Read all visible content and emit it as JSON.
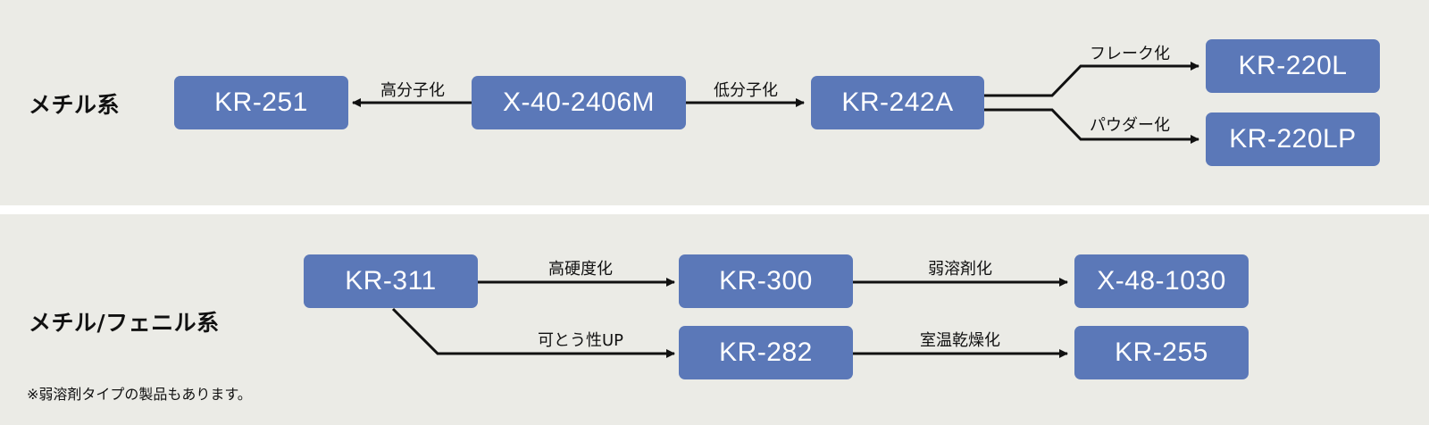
{
  "methyl": {
    "category": "メチル系",
    "nodes": {
      "kr251": "KR-251",
      "x40": "X-40-2406M",
      "kr242a": "KR-242A",
      "kr220l": "KR-220L",
      "kr220lp": "KR-220LP"
    },
    "edges": {
      "high_mw": "高分子化",
      "low_mw": "低分子化",
      "flake": "フレーク化",
      "powder": "パウダー化"
    }
  },
  "methyl_phenyl": {
    "category": "メチル/フェニル系",
    "nodes": {
      "kr311": "KR-311",
      "kr300": "KR-300",
      "x48": "X-48-1030",
      "kr282": "KR-282",
      "kr255": "KR-255"
    },
    "edges": {
      "hardness": "高硬度化",
      "weak_solvent": "弱溶剤化",
      "flexibility": "可とう性UP",
      "room_temp_dry": "室温乾燥化"
    },
    "note": "※弱溶剤タイプの製品もあります。"
  },
  "colors": {
    "panel_bg": "#ebebe6",
    "node_fill": "#5b78b8",
    "node_text": "#ffffff",
    "line": "#111111"
  }
}
